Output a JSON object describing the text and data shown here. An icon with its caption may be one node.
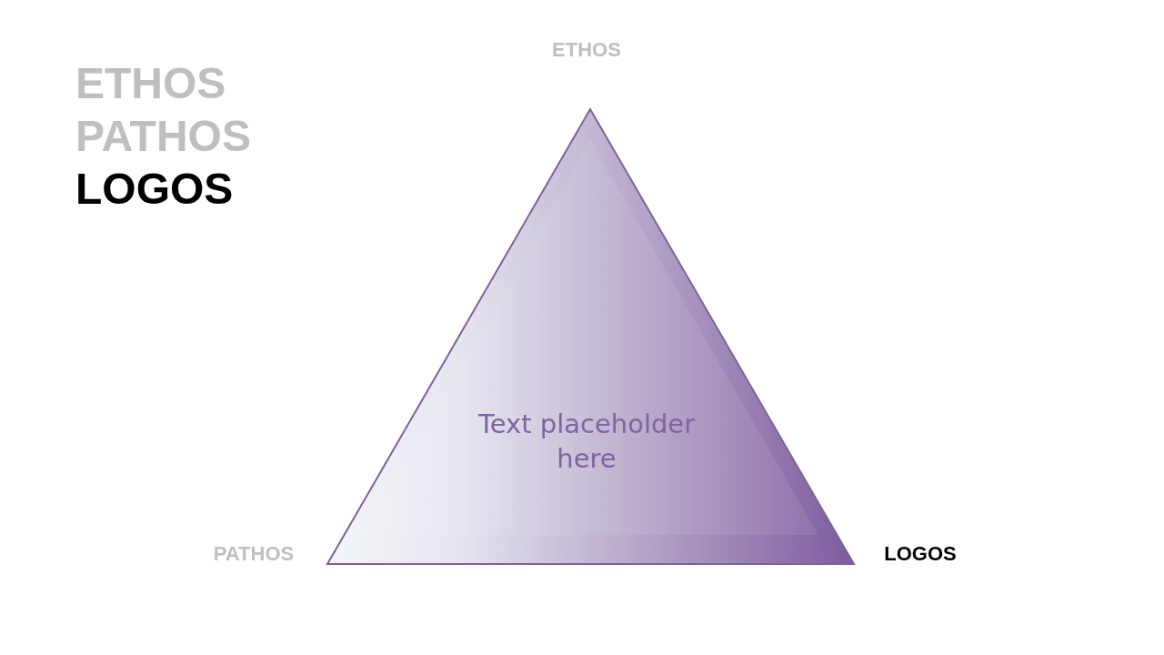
{
  "diagram": {
    "nodes": [
      {
        "text": [
          "Text placeholder here"
        ]
      }
    ],
    "labels": [
      "ETHOS",
      "PATHOS",
      "LOGOS",
      "ETHOS",
      "PATHOS",
      "LOGOS"
    ]
  }
}
